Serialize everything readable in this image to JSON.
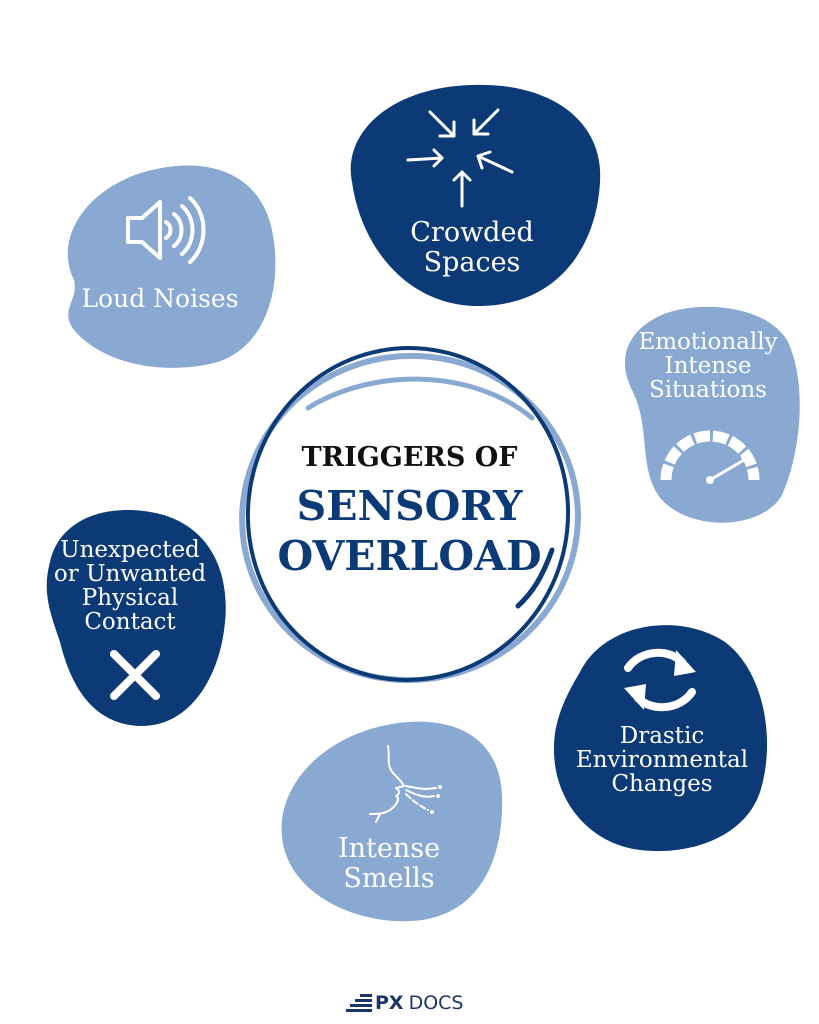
{
  "colors": {
    "dark_blue": "#0c3a76",
    "light_blue": "#8aa9d2",
    "title_black": "#111111",
    "background": "#ffffff"
  },
  "center": {
    "line1": "TRIGGERS OF",
    "line2": "SENSORY",
    "line3": "OVERLOAD"
  },
  "triggers": [
    {
      "id": "loud-noises",
      "lines": [
        "Loud Noises"
      ],
      "icon": "speaker-icon",
      "color": "light_blue"
    },
    {
      "id": "crowded-spaces",
      "lines": [
        "Crowded",
        "Spaces"
      ],
      "icon": "converging-arrows-icon",
      "color": "dark_blue"
    },
    {
      "id": "emotionally-intense",
      "lines": [
        "Emotionally",
        "Intense",
        "Situations"
      ],
      "icon": "gauge-icon",
      "color": "light_blue"
    },
    {
      "id": "physical-contact",
      "lines": [
        "Unexpected",
        "or Unwanted",
        "Physical",
        "Contact"
      ],
      "icon": "x-icon",
      "color": "dark_blue"
    },
    {
      "id": "environmental-changes",
      "lines": [
        "Drastic",
        "Environmental",
        "Changes"
      ],
      "icon": "cycle-arrows-icon",
      "color": "dark_blue"
    },
    {
      "id": "intense-smells",
      "lines": [
        "Intense",
        "Smells"
      ],
      "icon": "face-smelling-icon",
      "color": "light_blue"
    }
  ],
  "brand": {
    "px": "PX",
    "docs": "DOCS"
  }
}
